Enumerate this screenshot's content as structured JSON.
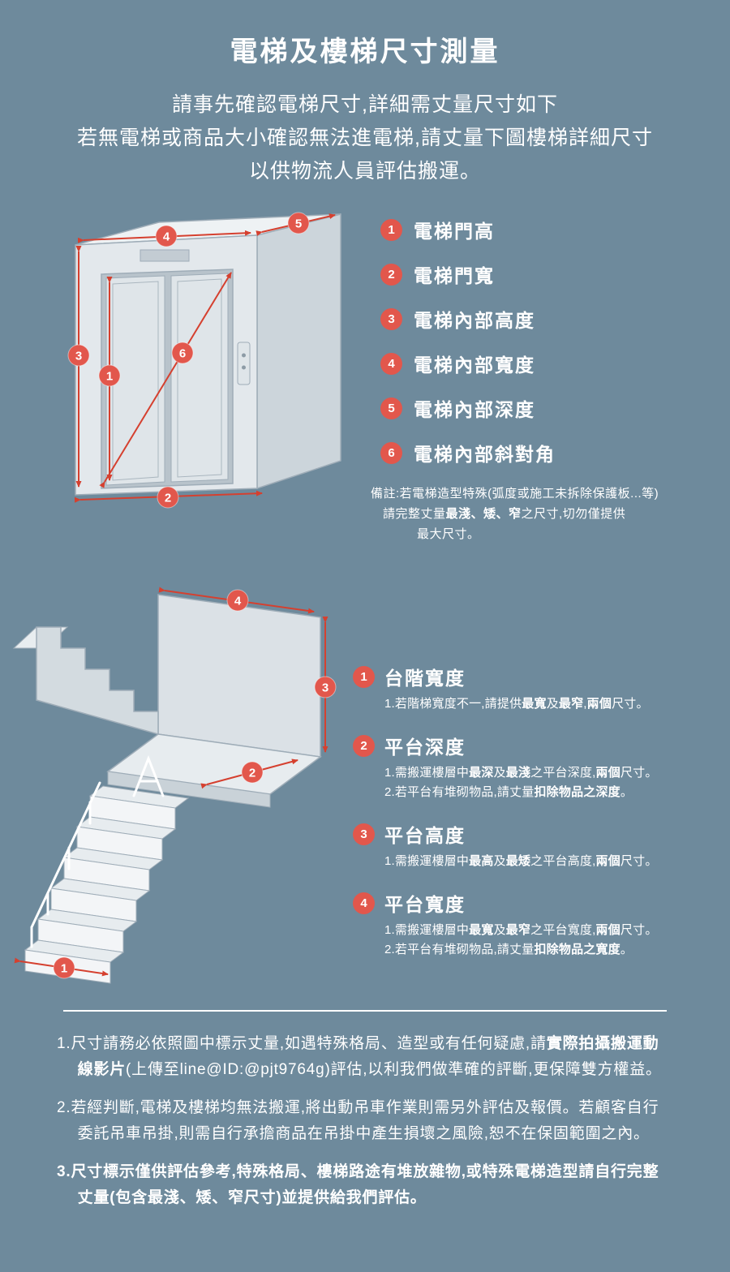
{
  "colors": {
    "background": "#6e8a9c",
    "badge": "#e2574c",
    "dimension_line": "#d5402f"
  },
  "page": {
    "title": "電梯及樓梯尺寸測量",
    "intro_lines": [
      "請事先確認電梯尺寸,詳細需丈量尺寸如下",
      "若無電梯或商品大小確認無法進電梯,請丈量下圖樓梯詳細尺寸",
      "以供物流人員評估搬運。"
    ]
  },
  "elevator": {
    "legend": [
      {
        "num": "1",
        "label": "電梯門高"
      },
      {
        "num": "2",
        "label": "電梯門寬"
      },
      {
        "num": "3",
        "label": "電梯內部高度"
      },
      {
        "num": "4",
        "label": "電梯內部寬度"
      },
      {
        "num": "5",
        "label": "電梯內部深度"
      },
      {
        "num": "6",
        "label": "電梯內部斜對角"
      }
    ],
    "note_lines": [
      "備註:若電梯造型特殊(弧度或施工未拆除保護板...等)",
      "請完整丈量<b>最淺、矮、窄</b>之尺寸,切勿僅提供",
      "最大尺寸。"
    ],
    "markers": [
      "1",
      "2",
      "3",
      "4",
      "5",
      "6"
    ]
  },
  "stairs": {
    "legend": [
      {
        "num": "1",
        "title": "台階寬度",
        "desc": [
          "1.若階梯寬度不一,請提供<b>最寬</b>及<b>最窄</b>,<b>兩個</b>尺寸。"
        ]
      },
      {
        "num": "2",
        "title": "平台深度",
        "desc": [
          "1.需搬運樓層中<b>最深</b>及<b>最淺</b>之平台深度,<b>兩個</b>尺寸。",
          "2.若平台有堆砌物品,請丈量<b>扣除物品之深度</b>。"
        ]
      },
      {
        "num": "3",
        "title": "平台高度",
        "desc": [
          "1.需搬運樓層中<b>最高</b>及<b>最矮</b>之平台高度,<b>兩個</b>尺寸。"
        ]
      },
      {
        "num": "4",
        "title": "平台寬度",
        "desc": [
          "1.需搬運樓層中<b>最寬</b>及<b>最窄</b>之平台寬度,<b>兩個</b>尺寸。",
          "2.若平台有堆砌物品,請丈量<b>扣除物品之寬度</b>。"
        ]
      }
    ],
    "markers": [
      "1",
      "2",
      "3",
      "4"
    ]
  },
  "footer": {
    "notes": [
      "1.尺寸請務必依照圖中標示丈量,如遇特殊格局、造型或有任何疑慮,請<b>實際拍攝搬運動線影片</b>(上傳至line@ID:@pjt9764g)評估,以利我們做準確的評斷,更保障雙方權益。",
      "2.若經判斷,電梯及樓梯均無法搬運,將出動吊車作業則需另外評估及報價。若顧客自行委託吊車吊掛,則需自行承擔商品在吊掛中產生損壞之風險,恕不在保固範圍之內。",
      "<b>3.尺寸標示僅供評估參考,特殊格局、樓梯路途有堆放雜物,或特殊電梯造型請自行完整丈量(包含最淺、矮、窄尺寸)並提供給我們評估。</b>"
    ]
  }
}
